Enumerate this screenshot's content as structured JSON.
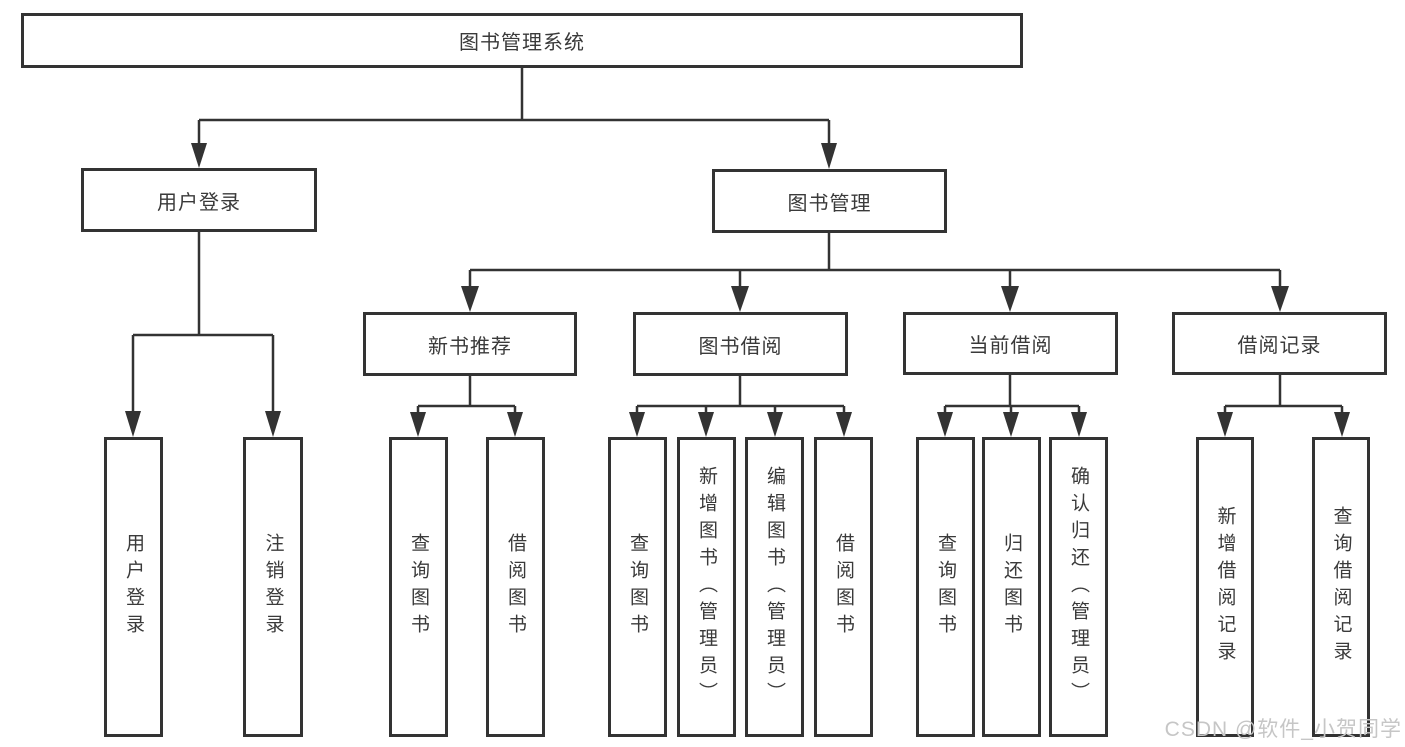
{
  "tree": {
    "root": {
      "label": "图书管理系统"
    },
    "branches": [
      {
        "label": "用户登录",
        "children": [
          "用户登录",
          "注销登录"
        ]
      },
      {
        "label": "图书管理",
        "groups": [
          {
            "label": "新书推荐",
            "children": [
              "查询图书",
              "借阅图书"
            ]
          },
          {
            "label": "图书借阅",
            "children": [
              "查询图书",
              "新增图书（管理员）",
              "编辑图书（管理员）",
              "借阅图书"
            ]
          },
          {
            "label": "当前借阅",
            "children": [
              "查询图书",
              "归还图书",
              "确认归还（管理员）"
            ]
          },
          {
            "label": "借阅记录",
            "children": [
              "新增借阅记录",
              "查询借阅记录"
            ]
          }
        ]
      }
    ]
  },
  "watermark": {
    "text": "CSDN @软件_小贺同学"
  },
  "colors": {
    "line": "#333333",
    "box_border": "#333333",
    "text": "#3a3a3a",
    "watermark": "#c6c6c6",
    "background": "#ffffff"
  }
}
